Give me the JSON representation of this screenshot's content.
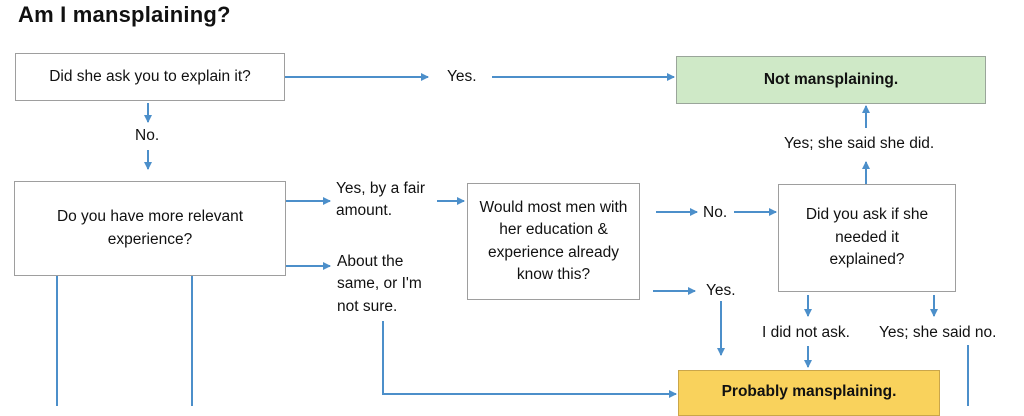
{
  "title": "Am I mansplaining?",
  "nodes": {
    "q_ask_explain": "Did she ask you to explain it?",
    "q_more_experience": "Do you have more relevant experience?",
    "q_most_men_know": "Would most men with her education & experience already know this?",
    "q_did_you_ask": "Did you ask if she needed it explained?",
    "outcome_not": "Not mansplaining.",
    "outcome_probably": "Probably mansplaining."
  },
  "edge_labels": {
    "yes": "Yes.",
    "no": "No.",
    "yes_fair_amount": "Yes, by a fair amount.",
    "about_same": "About the same, or I'm not sure.",
    "no_2": "No.",
    "yes_2": "Yes.",
    "yes_she_did": "Yes; she said she did.",
    "did_not_ask": "I did not ask.",
    "yes_she_said_no": "Yes; she said no."
  },
  "colors": {
    "arrow": "#4c8fca",
    "box_border": "#9e9e9e",
    "not_mansplaining_fill": "#cfe9c7",
    "probably_mansplaining_fill": "#f9d25c"
  }
}
